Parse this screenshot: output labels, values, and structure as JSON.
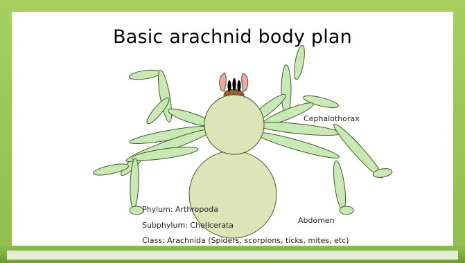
{
  "slide": {
    "title": "Basic arachnid body plan"
  },
  "labels": {
    "cephalothorax": "Cephalothorax",
    "abdomen": "Abdomen"
  },
  "taxonomy": {
    "phylum": "Phylum: Arthropoda",
    "subphylum": "Subphylum: Chelicerata",
    "class": "Class: Arachnida (Spiders, scorpions, ticks, mites, etc)"
  },
  "colors": {
    "frame_green": "#9fc95b",
    "leg_fill": "#c8e8b4",
    "body_fill": "#dde4b7",
    "outline": "#3d5a2a",
    "pedipalp": "#f0a8a0",
    "chelicerae": "#9a5a2a"
  }
}
